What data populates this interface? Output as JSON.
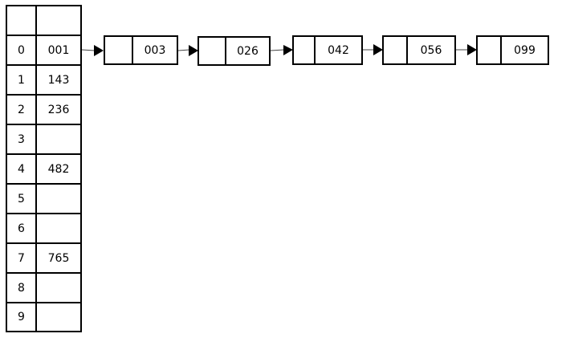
{
  "hash_table": {
    "header": {
      "index": "",
      "value": ""
    },
    "rows": [
      {
        "index": "0",
        "value": "001"
      },
      {
        "index": "1",
        "value": "143"
      },
      {
        "index": "2",
        "value": "236"
      },
      {
        "index": "3",
        "value": ""
      },
      {
        "index": "4",
        "value": "482"
      },
      {
        "index": "5",
        "value": ""
      },
      {
        "index": "6",
        "value": ""
      },
      {
        "index": "7",
        "value": "765"
      },
      {
        "index": "8",
        "value": ""
      },
      {
        "index": "9",
        "value": ""
      }
    ]
  },
  "chain": {
    "from_bucket": "0",
    "nodes": [
      {
        "value": "003"
      },
      {
        "value": "026"
      },
      {
        "value": "042"
      },
      {
        "value": "056"
      },
      {
        "value": "099"
      }
    ]
  }
}
